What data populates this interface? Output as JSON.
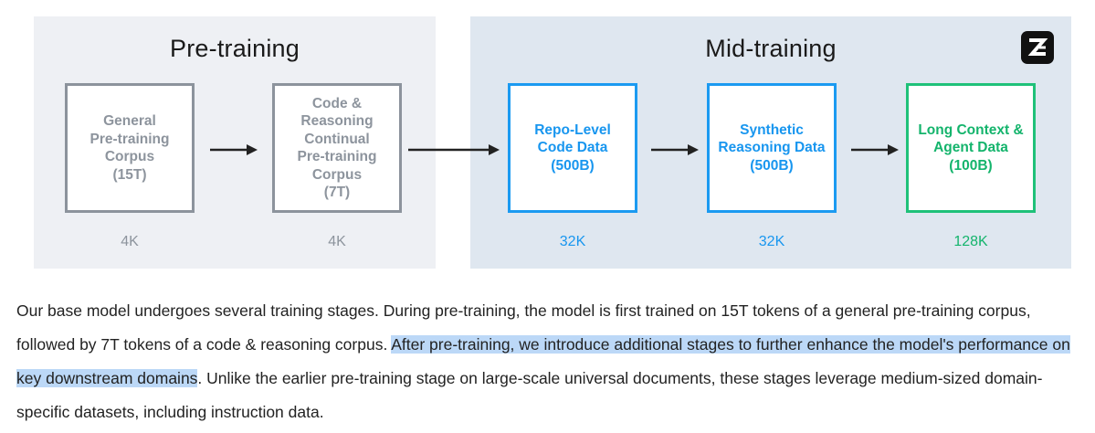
{
  "pretraining": {
    "title": "Pre-training",
    "stages": [
      {
        "label": "General\nPre-training\nCorpus\n(15T)",
        "context": "4K"
      },
      {
        "label": "Code &\nReasoning\nContinual\nPre-training\nCorpus\n(7T)",
        "context": "4K"
      }
    ]
  },
  "midtraining": {
    "title": "Mid-training",
    "stages": [
      {
        "label": "Repo-Level\nCode Data\n(500B)",
        "context": "32K"
      },
      {
        "label": "Synthetic\nReasoning Data\n(500B)",
        "context": "32K"
      },
      {
        "label": "Long Context &\nAgent Data\n(100B)",
        "context": "128K"
      }
    ]
  },
  "logo_icon": "z-logo-icon",
  "colors": {
    "pretrain_gray": "#8c939c",
    "midtrain_blue": "#1b9af1",
    "agent_green": "#1fc179",
    "pretrain_panel": "#eef0f4",
    "midtrain_panel": "#dfe7f0",
    "highlight": "#bcd8f7"
  },
  "description": {
    "part1": "Our base model undergoes several training stages. During pre-training, the model is first trained on 15T tokens of a general pre-training corpus, followed by 7T tokens of a code & reasoning corpus. ",
    "highlighted": "After pre-training, we introduce additional stages to further enhance the model's performance on key downstream domains",
    "part2": ". Unlike the earlier pre-training stage on large-scale universal documents, these stages leverage medium-sized domain-specific datasets, including instruction data."
  }
}
